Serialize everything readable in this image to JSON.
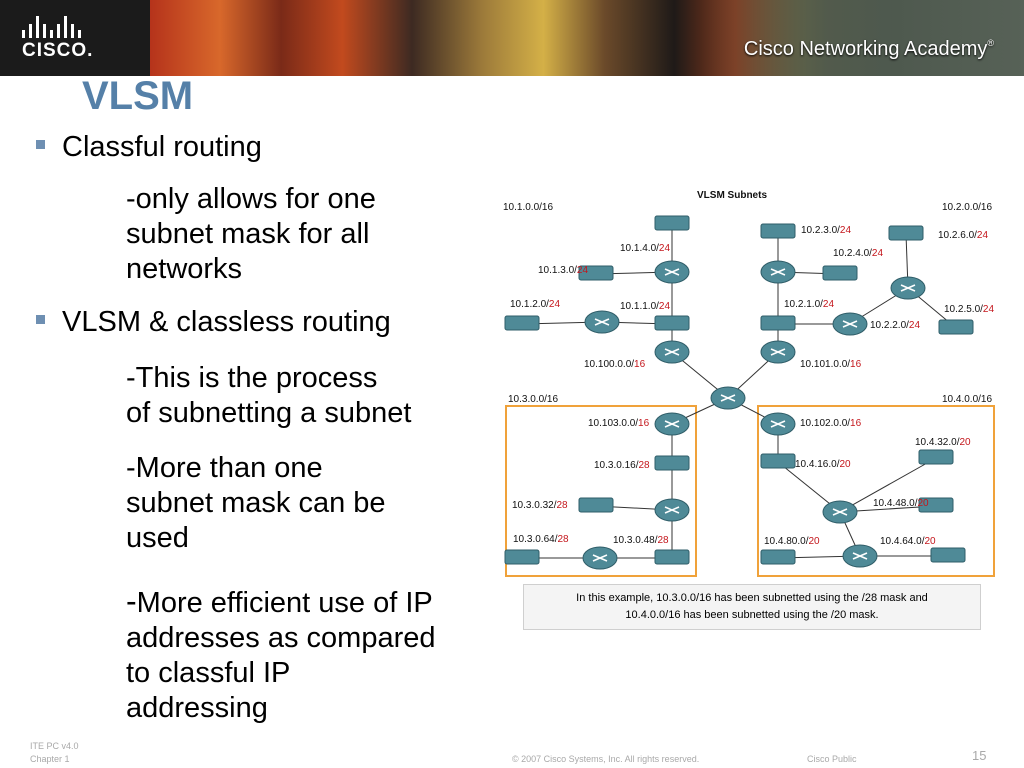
{
  "header": {
    "logo_text": "CISCO.",
    "academy_text": "Cisco Networking Academy",
    "academy_mark": "®"
  },
  "slide": {
    "title": "VLSM",
    "bullets": [
      {
        "label": "Classful routing",
        "subs": [
          "-only allows for one",
          "subnet mask for all",
          "networks"
        ]
      },
      {
        "label": "VLSM & classless routing",
        "subs": [
          "-This is the process",
          "of subnetting a subnet",
          "-More than one",
          "subnet mask can be",
          "used",
          "More efficient use of IP",
          "addresses as compared",
          "to classful IP",
          "addressing"
        ]
      }
    ],
    "big_dash": "-"
  },
  "diagram": {
    "title": "VLSM Subnets",
    "labels": [
      {
        "prefix": "10.1.0.0/16",
        "mask": ""
      },
      {
        "prefix": "10.1.4.0/",
        "mask": "24"
      },
      {
        "prefix": "10.1.3.0/",
        "mask": "24"
      },
      {
        "prefix": "10.1.2.0/",
        "mask": "24"
      },
      {
        "prefix": "10.1.1.0/",
        "mask": "24"
      },
      {
        "prefix": "10.100.0.0/",
        "mask": "16"
      },
      {
        "prefix": "10.2.3.0/",
        "mask": "24"
      },
      {
        "prefix": "10.2.4.0/",
        "mask": "24"
      },
      {
        "prefix": "10.2.0.0/16",
        "mask": ""
      },
      {
        "prefix": "10.2.6.0/",
        "mask": "24"
      },
      {
        "prefix": "10.2.1.0/",
        "mask": "24"
      },
      {
        "prefix": "10.2.2.0/",
        "mask": "24"
      },
      {
        "prefix": "10.2.5.0/",
        "mask": "24"
      },
      {
        "prefix": "10.101.0.0/",
        "mask": "16"
      },
      {
        "prefix": "10.3.0.0/16",
        "mask": ""
      },
      {
        "prefix": "10.103.0.0/",
        "mask": "16"
      },
      {
        "prefix": "10.3.0.16/",
        "mask": "28"
      },
      {
        "prefix": "10.3.0.32/",
        "mask": "28"
      },
      {
        "prefix": "10.3.0.64/",
        "mask": "28"
      },
      {
        "prefix": "10.3.0.48/",
        "mask": "28"
      },
      {
        "prefix": "10.4.0.0/16",
        "mask": ""
      },
      {
        "prefix": "10.102.0.0/",
        "mask": "16"
      },
      {
        "prefix": "10.4.32.0/",
        "mask": "20"
      },
      {
        "prefix": "10.4.16.0/",
        "mask": "20"
      },
      {
        "prefix": "10.4.48.0/",
        "mask": "20"
      },
      {
        "prefix": "10.4.80.0/",
        "mask": "20"
      },
      {
        "prefix": "10.4.64.0/",
        "mask": "20"
      }
    ],
    "caption_line1": "In this example, 10.3.0.0/16 has been subnetted using the /28 mask and",
    "caption_line2": "10.4.0.0/16 has been subnetted  using the /20 mask.",
    "colors": {
      "mask": "#c4161c",
      "highlight_box": "#f0a23a",
      "device": "#4f8a97"
    }
  },
  "footer": {
    "course": "ITE PC v4.0",
    "chapter": "Chapter 1",
    "copyright": "© 2007 Cisco Systems, Inc. All rights reserved.",
    "classification": "Cisco Public",
    "page_number": "15"
  }
}
